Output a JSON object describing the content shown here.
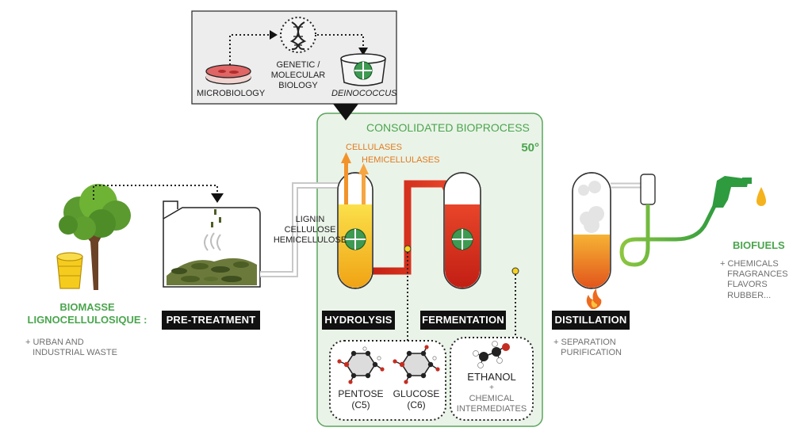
{
  "lab": {
    "microbiology": "MICROBIOLOGY",
    "genetic": "GENETIC /\nMOLECULAR\nBIOLOGY",
    "deinococcus": "DEINOCOCCUS"
  },
  "cbp": {
    "title": "CONSOLIDATED BIOPROCESS",
    "temperature": "50°",
    "cellulases": "CELLULASES",
    "hemicellulases": "HEMICELLULASES"
  },
  "biomass": {
    "title": "BIOMASSE\nLIGNOCELLULOSIQUE :",
    "note": "+ URBAN AND\n   INDUSTRIAL WASTE"
  },
  "pretreatment": {
    "label": "PRE-TREATMENT",
    "output": "LIGNIN\nCELLULOSE\nHEMICELLULOSE"
  },
  "steps": {
    "hydrolysis": "HYDROLYSIS",
    "fermentation": "FERMENTATION",
    "distillation": "DISTILLATION"
  },
  "sugars": {
    "pentose": "PENTOSE\n(C5)",
    "glucose": "GLUCOSE\n(C6)"
  },
  "products": {
    "ethanol": "ETHANOL",
    "plus": "+",
    "intermediates": "CHEMICAL\nINTERMEDIATES"
  },
  "distillation_note": "+ SEPARATION\n   PURIFICATION",
  "biofuels": {
    "title": "BIOFUELS",
    "list": "+ CHEMICALS\n   FRAGRANCES\n   FLAVORS\n   RUBBER..."
  },
  "colors": {
    "accent_green": "#4aa54e",
    "hydrolysis_yellow": "#f7c21a",
    "fermentation_red": "#d9331e",
    "distillation_orange": "#ee8a1c"
  }
}
